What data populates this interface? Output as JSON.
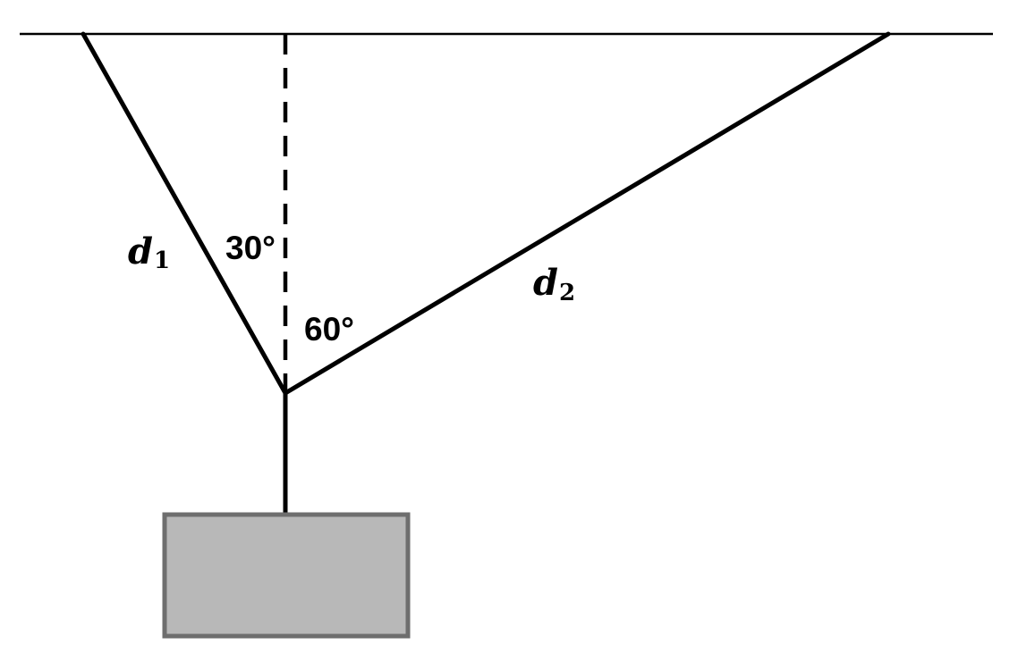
{
  "diagram": {
    "labels": {
      "d1": {
        "var": "d",
        "sub": "1"
      },
      "d2": {
        "var": "d",
        "sub": "2"
      },
      "angle_left": "30°",
      "angle_right": "60°"
    },
    "colors": {
      "line": "#000000",
      "box_fill": "#b8b8b8",
      "box_stroke": "#6e6e6e",
      "background": "#ffffff"
    }
  }
}
